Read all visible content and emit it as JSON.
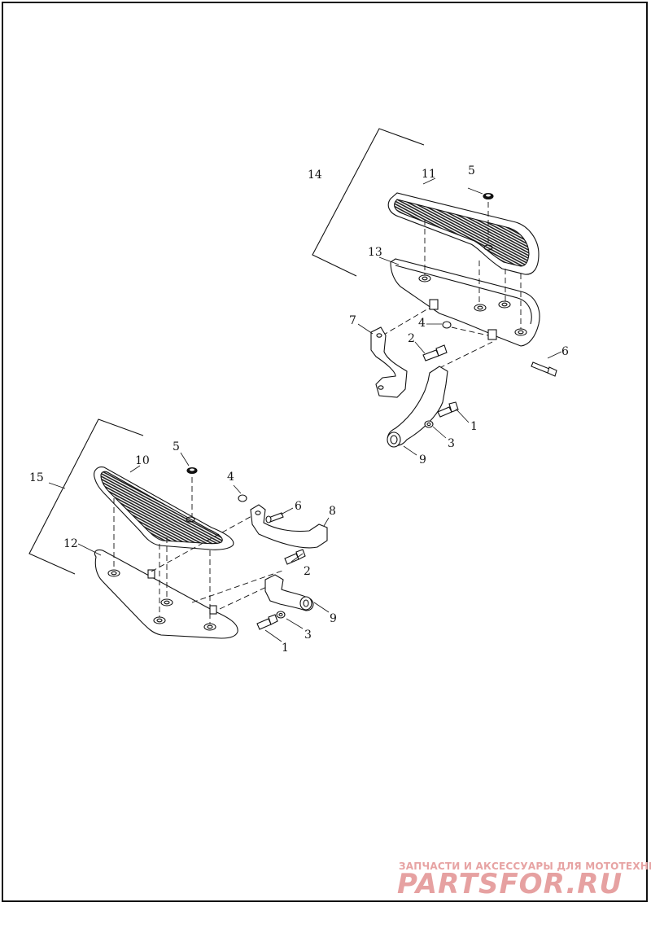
{
  "diagram": {
    "callouts": {
      "c1a": "1",
      "c2a": "2",
      "c3a": "3",
      "c4a": "4",
      "c5a": "5",
      "c6a": "6",
      "c7": "7",
      "c9a": "9",
      "c11": "11",
      "c13": "13",
      "c14": "14",
      "c1b": "1",
      "c2b": "2",
      "c3b": "3",
      "c4b": "4",
      "c5b": "5",
      "c6b": "6",
      "c8": "8",
      "c9b": "9",
      "c10": "10",
      "c12": "12",
      "c15": "15"
    }
  },
  "watermark": {
    "caption": "ЗАПЧАСТИ И АКСЕССУАРЫ ДЛЯ МОТОТЕХНИКИ",
    "brand": "PARTSFOR.RU"
  },
  "colors": {
    "line": "#111111",
    "watermark": "#e6a1a1"
  }
}
